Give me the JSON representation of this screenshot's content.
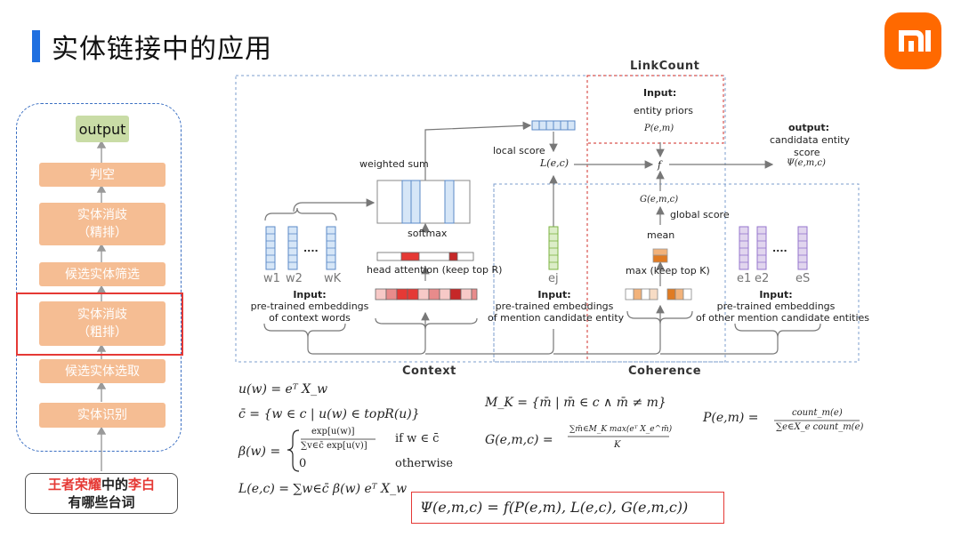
{
  "slide": {
    "title": "实体链接中的应用",
    "accent_color": "#1f6fe0",
    "logo_text": "mi",
    "logo_color": "#ff6900"
  },
  "pipeline": {
    "output_label": "output",
    "steps": [
      "判空",
      "实体消歧\n（精排）",
      "候选实体筛选",
      "实体消歧\n（粗排）",
      "候选实体选取",
      "实体识别"
    ],
    "step_color": "#f5bd93",
    "highlight_color": "#e53935",
    "query": {
      "part1": "王者荣耀",
      "part2": "中的",
      "part3": "李白",
      "line2": "有哪些台词"
    }
  },
  "diagram": {
    "linkcount_title": "LinkCount",
    "context_title": "Context",
    "coherence_title": "Coherence",
    "input_bold": "Input:",
    "entity_priors": "entity priors",
    "p_em": "P(e,m)",
    "output_bold": "output:",
    "output_line1": "candidata entity",
    "output_line2": "score",
    "psi": "Ψ(e,m,c)",
    "local_score": "local score",
    "l_ec": "L(e,c)",
    "f": "f",
    "g_emc": "G(e,m,c)",
    "global_score": "global score",
    "weighted_sum": "weighted sum",
    "softmax": "softmax",
    "head_attention": "head attention (keep top R)",
    "mean": "mean",
    "max_topk": "max (keep top K)",
    "dots": "....",
    "w1": "w1",
    "w2": "w2",
    "wk": "wK",
    "ej": "ej",
    "e1": "e1",
    "e2": "e2",
    "es": "eS",
    "ctx_input_l1": "pre-trained embeddings",
    "ctx_input_l2": "of context words",
    "men_input_l1": "pre-trained embeddings",
    "men_input_l2": "of mention candidate entity",
    "oth_input_l1": "pre-trained embeddings",
    "oth_input_l2": "of other mention candidate entities"
  },
  "formulas": {
    "u_w": "u(w) = eᵀ X_w",
    "c_bar": "c̄ = {w ∈ c | u(w) ∈ topR(u)}",
    "beta_lhs": "β(w) =",
    "beta_case1_num": "exp[u(w)]",
    "beta_case1_den": "∑v∈c̄ exp[u(v)]",
    "beta_case1_cond": "if w ∈ c̄",
    "beta_case2": "0",
    "beta_case2_cond": "otherwise",
    "l_ec": "L(e,c) = ∑w∈c̄ β(w) eᵀ X_w",
    "m_k": "M_K = {m̄ | m̄ ∈ c ∧ m̄ ≠ m}",
    "g_lhs": "G(e,m,c) =",
    "g_num": "∑m̄∈M_K max(eᵀ X_e^m̄)",
    "g_den": "K",
    "p_lhs": "P(e,m) =",
    "p_num": "count_m(e)",
    "p_den": "∑e∈X_e count_m(e)",
    "psi": "Ψ(e,m,c) = f(P(e,m), L(e,c), G(e,m,c))"
  }
}
